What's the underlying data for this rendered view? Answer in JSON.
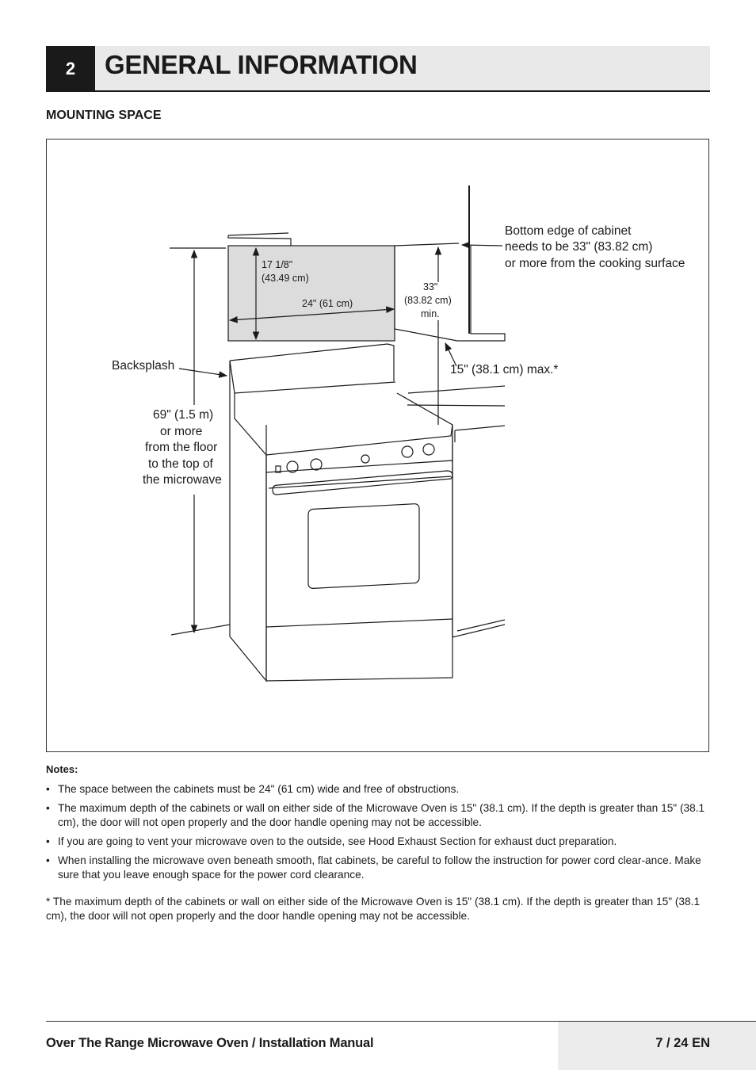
{
  "header": {
    "section_number": "2",
    "title": "GENERAL INFORMATION"
  },
  "subtitle": "MOUNTING SPACE",
  "figure": {
    "bottom_edge_label": [
      "Bottom edge of cabinet",
      "needs to be 33\" (83.82 cm)",
      "or more from the cooking surface"
    ],
    "height_label_a": "17 1/8\"",
    "height_label_b": "(43.49 cm)",
    "width_label": "24\" (61 cm)",
    "min_label": [
      "33\"",
      "(83.82 cm)",
      "min."
    ],
    "depth_label": "15\" (38.1 cm) max.*",
    "backsplash_label": "Backsplash",
    "floor_label": [
      "69\" (1.5 m)",
      "or more",
      "from the floor",
      "to the top of",
      "the microwave"
    ]
  },
  "notes": {
    "title": "Notes:",
    "items": [
      "The space between the cabinets must be 24\" (61 cm) wide and free of obstructions.",
      "The maximum depth of the cabinets or wall on either side of the Microwave Oven is 15\" (38.1 cm). If the depth is greater than 15\" (38.1 cm), the door will not open properly and the door handle opening may not be accessible.",
      "If you are going to vent your microwave oven to the outside, see Hood Exhaust Section for exhaust duct preparation.",
      "When installing the microwave oven beneath smooth, flat cabinets, be careful to follow the instruction for power cord clear-ance. Make sure that you leave enough space for the power cord clearance."
    ]
  },
  "footnote": "* The maximum depth of the cabinets or wall on either side of the Microwave Oven is 15\" (38.1 cm).  If the depth is greater than 15\" (38.1 cm), the door will not open properly and the door handle opening may not be accessible.",
  "footer": {
    "title": "Over The Range Microwave Oven / Installation Manual",
    "page": "7 / 24 EN"
  }
}
